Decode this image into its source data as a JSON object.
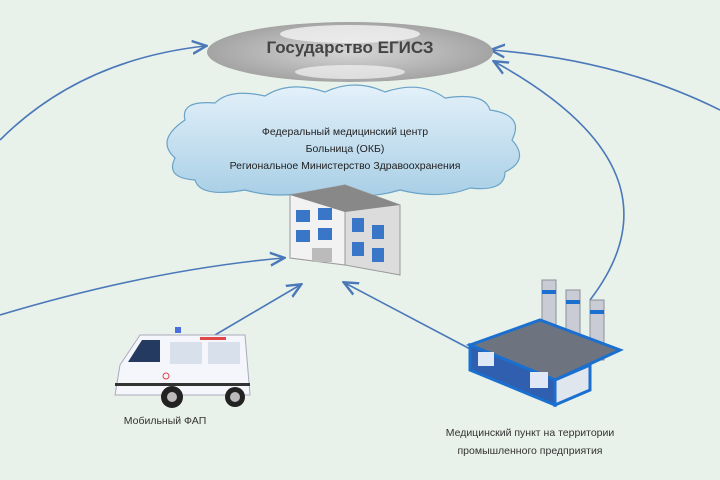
{
  "title": "Государство ЕГИСЗ",
  "cloud": {
    "lines": [
      "Федеральный  медицинский центр",
      "Больница (ОКБ)",
      "Региональное Министерство Здравоохранения"
    ]
  },
  "ambulance_label": "Мобильный ФАП",
  "factory_label": [
    "Медицинский пункт на территории",
    "промышленного предприятия"
  ],
  "colors": {
    "background": "#e8f1ea",
    "arrow": "#4a78b8",
    "factory": "#1a6fcf"
  }
}
